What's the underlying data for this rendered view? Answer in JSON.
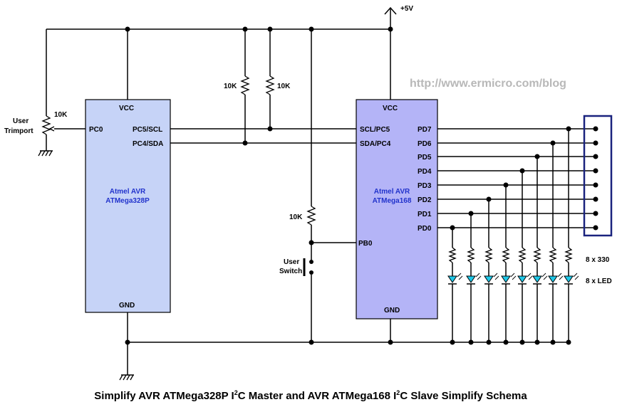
{
  "url": "http://www.ermicro.com/blog",
  "supply": "+5V",
  "caption": {
    "part1": "Simplify AVR ATMega328P I",
    "sup1": "2",
    "part2": "C Master and AVR ATMega168 I",
    "sup2": "2",
    "part3": "C Slave Simplify Schema"
  },
  "master": {
    "name_line1": "Atmel AVR",
    "name_line2": "ATMega328P",
    "vcc": "VCC",
    "gnd": "GND",
    "pins": {
      "pc0": "PC0",
      "pc5": "PC5/SCL",
      "pc4": "PC4/SDA"
    }
  },
  "slave": {
    "name_line1": "Atmel AVR",
    "name_line2": "ATMega168",
    "vcc": "VCC",
    "gnd": "GND",
    "pins": {
      "scl": "SCL/PC5",
      "sda": "SDA/PC4",
      "pb0": "PB0",
      "pd7": "PD7",
      "pd6": "PD6",
      "pd5": "PD5",
      "pd4": "PD4",
      "pd3": "PD3",
      "pd2": "PD2",
      "pd1": "PD1",
      "pd0": "PD0"
    }
  },
  "labels": {
    "pullup_scl": "10K",
    "pullup_sda": "10K",
    "pullup_pb0": "10K",
    "trimpot_value": "10K",
    "trimport_line1": "User",
    "trimport_line2": "Trimport",
    "switch_line1": "User",
    "switch_line2": "Switch",
    "resistor_array": "8 x 330",
    "led_array": "8 x LED"
  }
}
